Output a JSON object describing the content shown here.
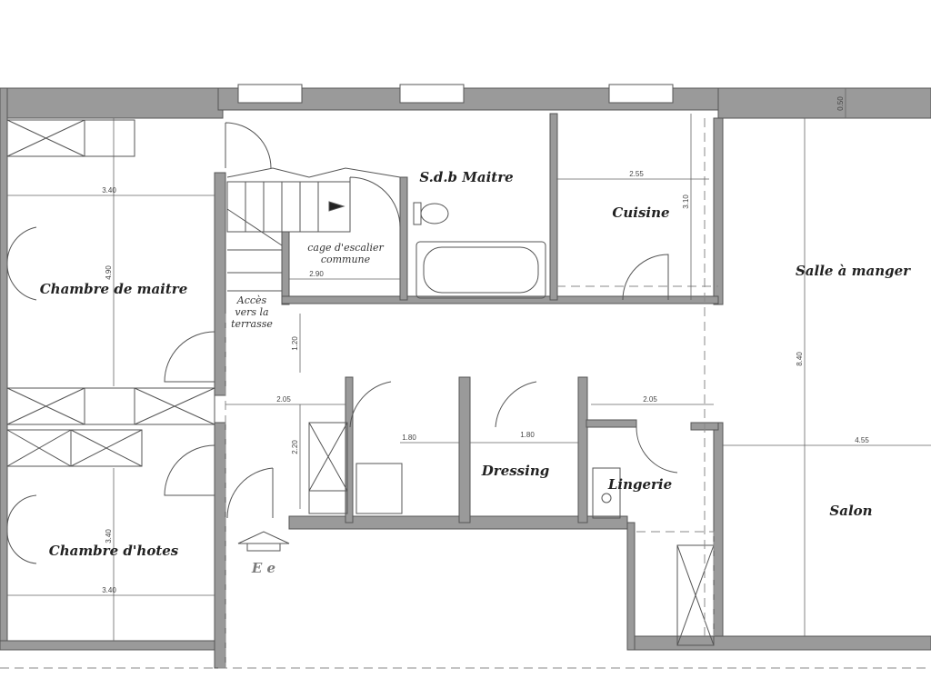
{
  "plan": {
    "rooms": {
      "chambre_maitre": "Chambre de maitre",
      "chambre_hotes": "Chambre d'hotes",
      "sdb_maitre": "S.d.b Maitre",
      "cuisine": "Cuisine",
      "salle_manger": "Salle à manger",
      "salon": "Salon",
      "dressing": "Dressing",
      "lingerie": "Lingerie",
      "cage_line1": "cage d'escalier",
      "cage_line2": "commune",
      "acces_line1": "Accès",
      "acces_line2": "vers la",
      "acces_line3": "terrasse",
      "entree": "E    e"
    },
    "dimensions": {
      "chambre_maitre_width": "3.40",
      "chambre_maitre_depth": "4.90",
      "cage_width": "2.90",
      "hall_depth": "1.20",
      "hall_width_left": "2.05",
      "hall_depth_2": "2.20",
      "bath_width": "1.80",
      "dressing_width": "1.80",
      "hall_width_right": "2.05",
      "cuisine_width": "2.55",
      "cuisine_depth": "3.10",
      "wall_thickness": "0.50",
      "sejour_depth": "8.40",
      "salon_width": "4.55",
      "chambre_hotes_depth": "3.40",
      "chambre_hotes_width": "3.40"
    }
  }
}
